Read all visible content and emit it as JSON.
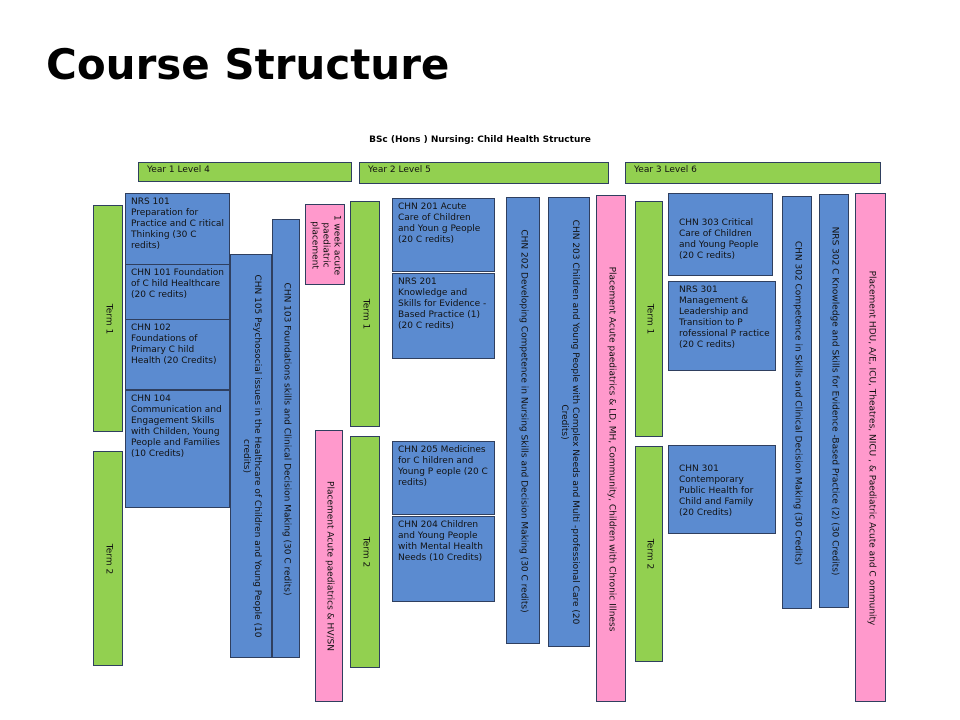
{
  "title": "Course Structure",
  "subtitle": "BSc (Hons    ) Nursing:    Child Health Structure",
  "years": {
    "y1": "Year 1   Level 4",
    "y2": "Year 2   Level 5",
    "y3": "Year 3   Level 6"
  },
  "terms": {
    "t1": "Term 1",
    "t2": "Term 2"
  },
  "modules": {
    "nrs101": "NRS 101 Preparation for Practice and C ritical Thinking (30 C redits)",
    "chn101": "CHN 101 Foundation of C hild Healthcare (20 C redits)",
    "chn102": "CHN 102 Foundations of Primary C hild Health (20 Credits)",
    "chn104": "CHN 104 Communication and Engagement Skills with Childen, Young People and Families  (10 Credits)",
    "chn105": "CHN 105   Psychosocial issues in the Healthcare of Children and Young People (10 credits)",
    "chn103": "CHN 103 Foundations skills and      Clinical Decision  Making (30 C redits)",
    "week1": "1 week acute paediatric placement",
    "place1": "Placement Acute paediatrics & HV/SN",
    "chn201": "CHN 201   Acute Care of Children and Youn g People   (20 C redits)",
    "nrs201": "NRS 201 Knowledge and Skills for Evidence -Based Practice  (1)  (20 C redits)",
    "chn205": "CHN 205 Medicines for C hildren and Young P eople (20 C redits)",
    "chn204": "CHN 204 Children and Young People with Mental Health Needs (10 Credits)",
    "chn202": "CHN 202   Developing Competence in Nursing Skills and Decision Making        (30 C redits)",
    "chn203": "CHN 203   Children and Young People with Complex Needs and Multi       -professional Care   (20 Credits)",
    "place2": "Placement Acute paediatrics & LD, MH, Community, Children with Chronic Illness",
    "chn303": "CHN 303   Critical Care of Children and Young People (20 C redits)",
    "nrs301": "NRS 301 Management & Leadership  and Transition to P rofessional P ractice (20 C redits)",
    "chn301": "CHN 301 Contemporary Public Health for Child and Family (20 Credits)",
    "chn302": "CHN 302 Competence in Skills and Clinical Decision Making (30 Credits)",
    "nrs302": "NRS 302  C  Knowledge and Skills for Evidence     -Based Practice   (2) (30 Credits)",
    "place3": "Placement HDU, A/E, ICU, Theatres, NICU      , & Paediatric Acute and C ommunity"
  }
}
